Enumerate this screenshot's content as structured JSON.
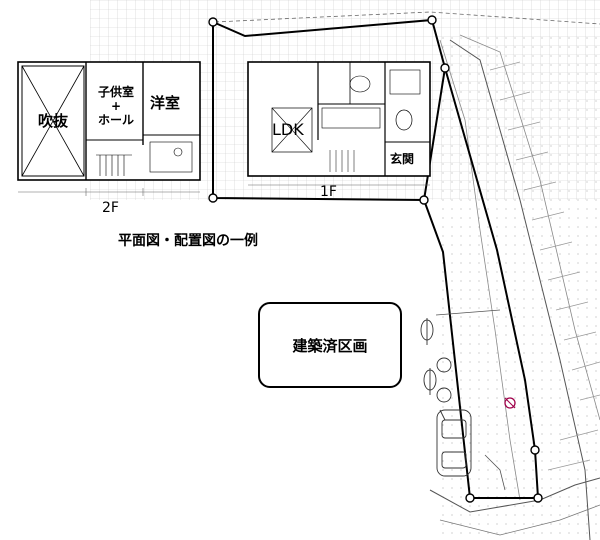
{
  "rooms_2f": {
    "fukinuke": "吹抜",
    "kodomo_line1": "子供室",
    "kodomo_plus": "+",
    "kodomo_line2": "ホール",
    "youshitsu": "洋室"
  },
  "rooms_1f": {
    "ldk": "LDK",
    "genkan": "玄関"
  },
  "floor_labels": {
    "second": "2F",
    "first": "1F"
  },
  "caption": "平面図・配置図の一例",
  "built_lot": "建築済区画"
}
